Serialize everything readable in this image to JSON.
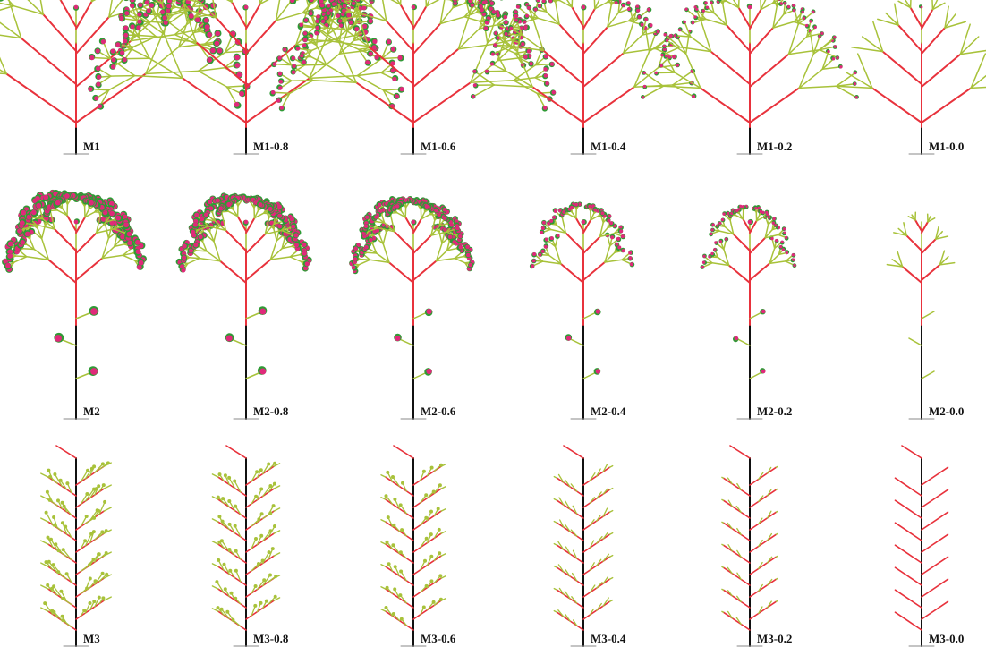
{
  "figure": {
    "rows": [
      {
        "family": "M1",
        "captions": [
          "M1",
          "M1-0.8",
          "M1-0.6",
          "M1-0.4",
          "M1-0.2",
          "M1-0.0"
        ]
      },
      {
        "family": "M2",
        "captions": [
          "M2",
          "M2-0.8",
          "M2-0.6",
          "M2-0.4",
          "M2-0.2",
          "M2-0.0"
        ]
      },
      {
        "family": "M3",
        "captions": [
          "M3",
          "M3-0.8",
          "M3-0.6",
          "M3-0.4",
          "M3-0.2",
          "M3-0.0"
        ]
      }
    ],
    "colors": {
      "trunk": "#111111",
      "branch": "#e8323c",
      "twig": "#a8c23a",
      "leaf": "#2f9a35",
      "flower": "#e0297a",
      "ground": "#888888",
      "background": "#ffffff"
    }
  }
}
